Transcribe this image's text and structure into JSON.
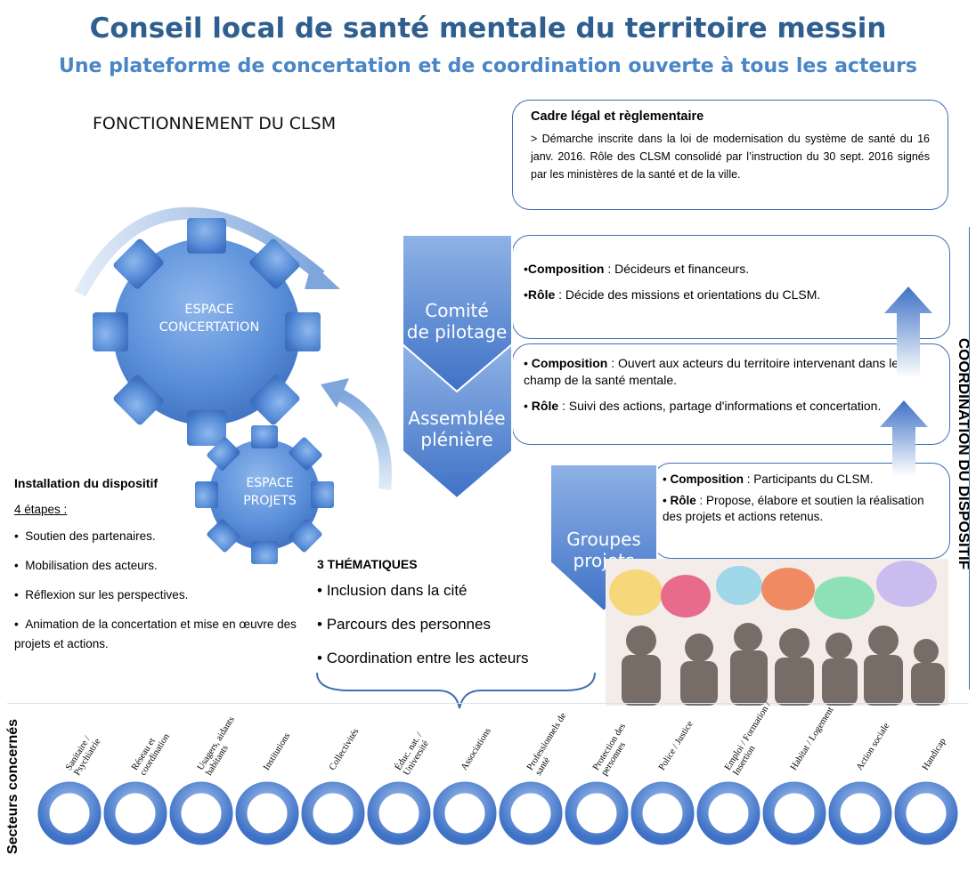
{
  "title": "Conseil local de santé mentale du territoire messin",
  "subtitle": "Une plateforme de concertation et de coordination ouverte à tous les acteurs",
  "fonctionnement": "FONCTIONNEMENT DU CLSM",
  "cadre": {
    "heading": "Cadre légal et règlementaire",
    "text": "> Démarche inscrite dans la loi de modernisation du système de santé du 16 janv. 2016. Rôle des CLSM consolidé par l’instruction du 30 sept. 2016 signés par les ministères de la santé et de la ville."
  },
  "gears": {
    "concertation": [
      "ESPACE",
      "CONCERTATION"
    ],
    "projets": [
      "ESPACE",
      "PROJETS"
    ]
  },
  "levels": [
    {
      "label": [
        "Comité",
        "de pilotage"
      ],
      "composition_label": "Composition",
      "composition": " : Décideurs et financeurs.",
      "role_label": "Rôle",
      "role": " : Décide des missions  et orientations du CLSM."
    },
    {
      "label": [
        "Assemblée",
        "plénière"
      ],
      "composition_label": "Composition",
      "composition": " : Ouvert aux acteurs du territoire intervenant dans le champ de la santé mentale.",
      "role_label": "Rôle",
      "role": " : Suivi des actions, partage d'informations et concertation."
    },
    {
      "label": [
        "Groupes",
        "projets"
      ],
      "composition_label": "Composition",
      "composition": " : Participants du CLSM.",
      "role_label": "Rôle",
      "role": " : Propose, élabore et soutien la réalisation des projets et actions retenus."
    }
  ],
  "coordination": "COORDINATION DU DISPOSITIF",
  "installation": {
    "heading": "Installation du dispositif",
    "steps_label": "4 étapes :",
    "steps": [
      "Soutien des partenaires.",
      "Mobilisation des acteurs.",
      "Réflexion sur les perspectives.",
      "Animation de la concertation et mise en œuvre des projets et actions."
    ]
  },
  "thematiques": {
    "heading": "3 THÉMATIQUES",
    "items": [
      "Inclusion dans la cité",
      "Parcours des personnes",
      "Coordination entre les acteurs"
    ]
  },
  "secteurs_label": "Secteurs concernés",
  "secteurs": [
    "Sanitaire / Psychiatrie",
    "Réseau et coordination",
    "Usagers, aidants habitants",
    "Institutions",
    "Collectivités",
    "Éduc. nat. / Université",
    "Associations",
    "Professionnels de santé",
    "Protection des personnes",
    "Police / Justice",
    "Emploi / Formation / Insertion",
    "Habitat / Logement",
    "Action sociale",
    "Handicap"
  ],
  "colors": {
    "primary": "#2f5f8f",
    "accent": "#4a86c5",
    "gear": "#5f92d8",
    "box_border": "#3f6fb3"
  }
}
